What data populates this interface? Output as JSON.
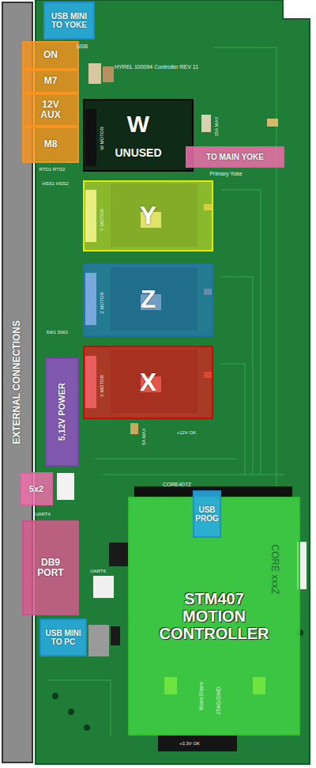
{
  "diagram": {
    "nodes": [
      {
        "text": [
          "EXTERNAL CONNECTIONS"
        ]
      },
      {
        "text": [
          "USB MINI TO YOKE"
        ]
      },
      {
        "text": [
          "ON"
        ]
      },
      {
        "text": [
          "M7"
        ]
      },
      {
        "text": [
          "12V AUX"
        ]
      },
      {
        "text": [
          "M8"
        ]
      },
      {
        "text": [
          "W",
          "UNUSED"
        ]
      },
      {
        "text": [
          "TO MAIN YOKE"
        ]
      },
      {
        "text": [
          "Y"
        ]
      },
      {
        "text": [
          "Z"
        ]
      },
      {
        "text": [
          "X"
        ]
      },
      {
        "text": [
          "5,12V POWER"
        ]
      },
      {
        "text": [
          "5x2"
        ]
      },
      {
        "text": [
          "USB PROG"
        ]
      },
      {
        "text": [
          "DB9 PORT"
        ]
      },
      {
        "text": [
          "STM407 MOTION CONTROLLER"
        ]
      },
      {
        "text": [
          "USB MINI TO PC"
        ]
      }
    ],
    "labels": [
      "HYREL 100094 Controller REV 11",
      "USB",
      "Primary Yoke",
      "W MOTOR",
      "Y MOTOR",
      "Z MOTOR",
      "X MOTOR",
      "15A MAX",
      "5A MAX",
      "+12V OK",
      "CORE407Z",
      "UART4",
      "UART6",
      "JTAG/SWD",
      "WaveShare",
      "CORE xxxZ",
      "+3.3V OK",
      "RTD1 RTD2",
      "HSS1 HSS2",
      "SW1 SW2"
    ]
  }
}
